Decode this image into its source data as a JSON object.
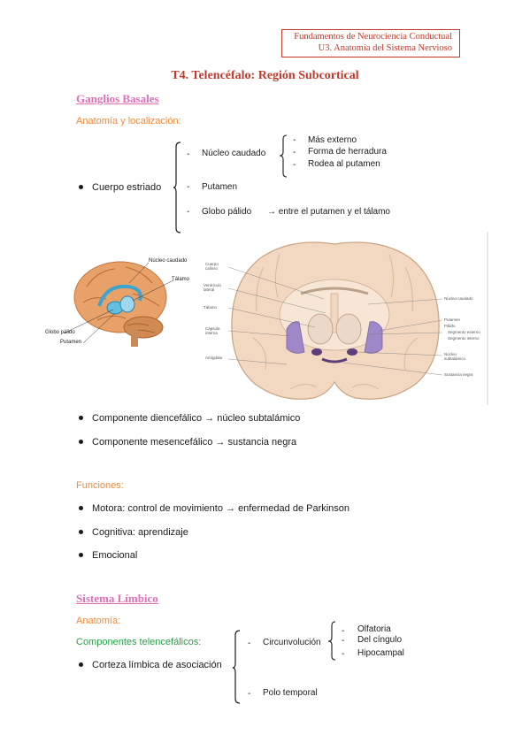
{
  "header": {
    "line1": "Fundamentos de Neurociencia Conductual",
    "line2": "U3. Anatomía del Sistema Nervioso"
  },
  "title": "T4. Telencéfalo: Región Subcortical",
  "ganglios": {
    "heading": "Ganglios Basales",
    "anatomy_label": "Anatomía y localización:",
    "cuerpo_estriado": "Cuerpo estriado",
    "nucleo_caudado": "Núcleo caudado",
    "caudado_items": [
      "Más externo",
      "Forma de herradura",
      "Rodea al putamen"
    ],
    "putamen": "Putamen",
    "globo_palido": "Globo pálido",
    "globo_note": "→ entre el putamen y el tálamo",
    "fig_left_labels": [
      "Núcleo caudado",
      "Tálamo",
      "Globo pálido",
      "Putamen"
    ],
    "fig_right_labels_left": [
      "Cuerpo calloso",
      "Ventrículo lateral",
      "Tálamo",
      "Cápsula interna",
      "Amígdala"
    ],
    "fig_right_labels_right": [
      "Núcleo caudado",
      "Putamen",
      "Pálido",
      "Segmento externo",
      "Segmento interno",
      "Núcleo subtalámico",
      "Sustancia negra"
    ],
    "comp_dience": "Componente diencefálico → núcleo subtalámico",
    "comp_mesence": "Componente mesencefálico → sustancia negra",
    "functions_label": "Funciones:",
    "functions": [
      "Motora: control de movimiento → enfermedad de Parkinson",
      "Cognitiva: aprendizaje",
      "Emocional"
    ]
  },
  "limbico": {
    "heading": "Sistema Límbico",
    "anatomy_label": "Anatomía:",
    "components_label": "Componentes telencefálicos:",
    "corteza": "Corteza límbica de asociación",
    "circunvolucion": "Circunvolución",
    "circ_items": [
      "Olfatoria",
      "Del cíngulo",
      "Hipocampal"
    ],
    "polo": "Polo temporal"
  },
  "colors": {
    "accent_red": "#c0392b",
    "section_pink": "#e06fb8",
    "sub_orange": "#ee8a3c",
    "sub_green": "#2aa146"
  }
}
